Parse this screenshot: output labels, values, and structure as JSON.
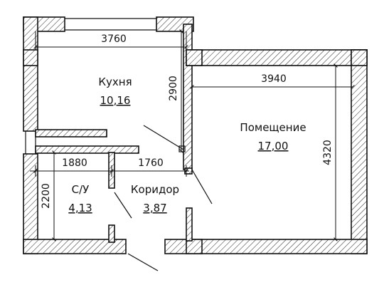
{
  "rooms": {
    "kitchen": {
      "name": "Кухня",
      "area": "10,16"
    },
    "room": {
      "name": "Помещение",
      "area": "17,00"
    },
    "bathroom": {
      "name": "С/У",
      "area": "4,13"
    },
    "corridor": {
      "name": "Коридор",
      "area": "3,87"
    }
  },
  "dimensions": {
    "kitchen_width": "3760",
    "kitchen_depth": "2900",
    "room_width": "3940",
    "room_depth": "4320",
    "bathroom_width": "1880",
    "corridor_width": "1760",
    "bathroom_depth": "2200"
  }
}
